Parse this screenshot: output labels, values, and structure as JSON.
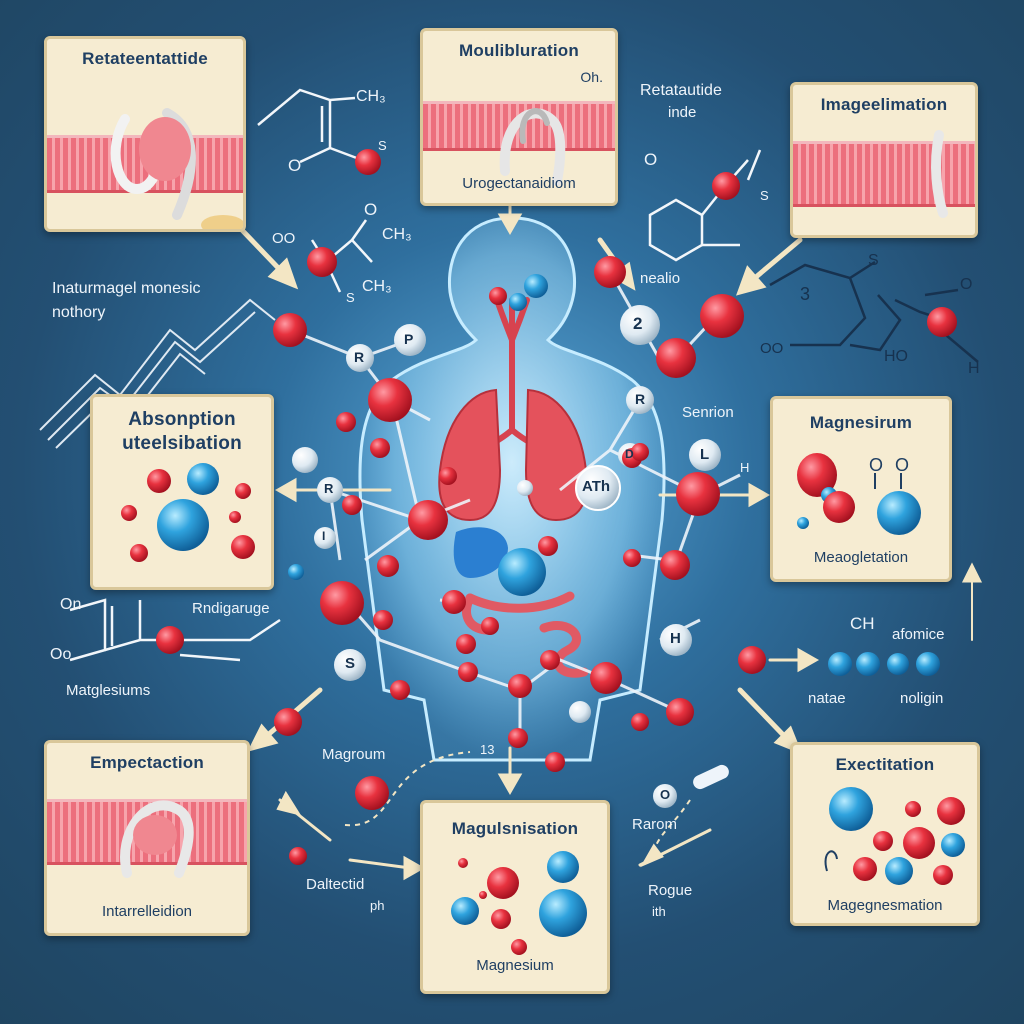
{
  "panels": {
    "top_left": {
      "title": "Retateentattide"
    },
    "top_center": {
      "title": "Moulibluration",
      "note": "Oh.",
      "caption": "Urogectanaidiom"
    },
    "top_right": {
      "title": "Imageelimation"
    },
    "mid_left": {
      "title": "Absonption",
      "subtitle": "uteelsibation"
    },
    "mid_right": {
      "title": "Magnesirum",
      "caption": "Meaogletation"
    },
    "bottom_left": {
      "title": "Empectaction",
      "caption": "Intarrelleidion"
    },
    "bottom_center": {
      "title": "Magulsnisation",
      "caption": "Magnesium"
    },
    "bottom_right": {
      "title": "Exectitation",
      "caption": "Magegnesmation"
    }
  },
  "labels": {
    "top_retataude": "Retatautide",
    "top_inde": "inde",
    "left_heading_1": "Inaturmagel monesic",
    "left_heading_2": "nothory",
    "nealio": "nealio",
    "senrion": "Senrion",
    "rndigaruge": "Rndigaruge",
    "matglesiums": "Matglesiums",
    "magrorm": "Magroum",
    "daltectid": "Daltectid",
    "ph": "ph",
    "rarom": "Rarom",
    "rogue": "Rogue",
    "ith": "ith",
    "afomiee": "afomice",
    "natae": "natae",
    "noligin": "noligin",
    "num_13": "13"
  },
  "chem": {
    "ch3_a": "CH₃",
    "ch3_b": "CH₃",
    "ch3_c": "CH₃",
    "ch_right": "CH",
    "o_a": "O",
    "o_b": "O",
    "o_c": "O",
    "s_a": "S",
    "s_b": "S",
    "s_c": "S",
    "h_a": "H",
    "h_b": "H",
    "ho": "HO",
    "oo_a": "OO",
    "oo_b": "OO",
    "num_3": "3",
    "oh_left": "On",
    "oo_left": "Oo"
  },
  "nodes": {
    "p": "P",
    "two": "2",
    "r1": "R",
    "r2": "R",
    "r3": "R",
    "l": "L",
    "d": "D",
    "atp": "ATh",
    "i": "I",
    "s": "S",
    "h": "H",
    "o": "O"
  },
  "colors": {
    "background": "#2f6f9e",
    "panel": "#f6ecd2",
    "atom_red": "#e32b3a",
    "atom_blue": "#2fa3de",
    "text_dark": "#1f3f63"
  }
}
